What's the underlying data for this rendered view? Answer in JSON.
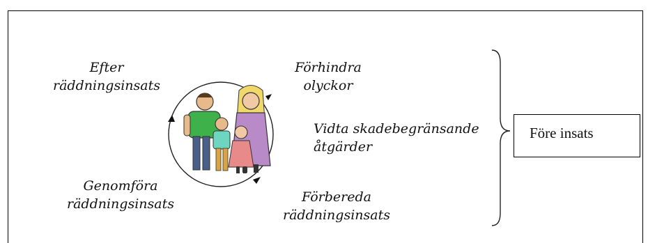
{
  "cycle": {
    "step_after": [
      "Efter",
      "räddningsinsats"
    ],
    "step_prevent": [
      "Förhindra",
      "olyckor"
    ],
    "step_mitigate": [
      "Vidta skadebegränsande",
      "åtgärder"
    ],
    "step_prepare": [
      "Förbereda",
      "räddningsinsats"
    ],
    "step_execute": [
      "Genomföra",
      "räddningsinsats"
    ]
  },
  "bracket_box": {
    "label": "Före insats"
  },
  "illustration": {
    "icon": "family-icon"
  }
}
